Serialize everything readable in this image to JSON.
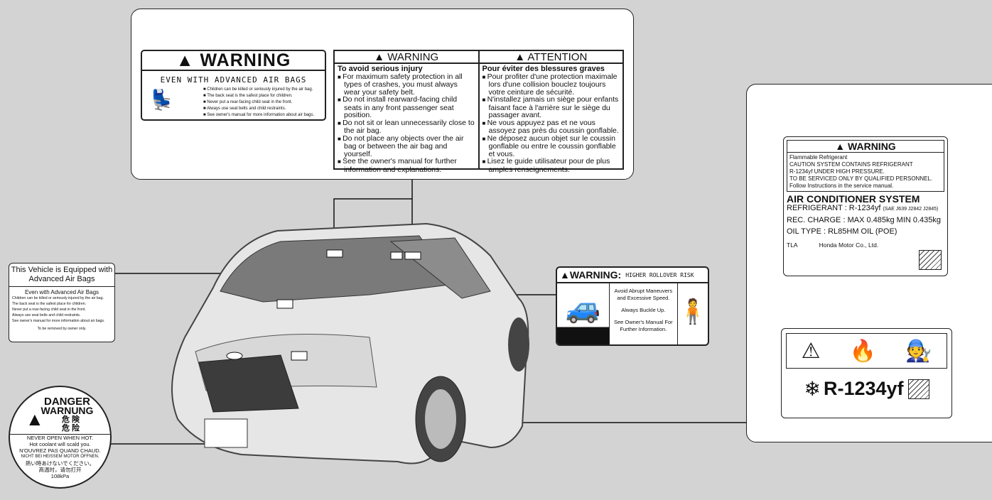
{
  "airbag_warning": {
    "title": "WARNING",
    "subtitle": "EVEN WITH ADVANCED AIR BAGS",
    "items": [
      "Children can be killed or seriously injured by the air bag.",
      "The back seat is the safest place for children.",
      "Never put a rear-facing child seat in the front.",
      "Always use seat belts and child restraints.",
      "See owner's manual for more information about air bags."
    ]
  },
  "bilingual": {
    "en": {
      "title": "WARNING",
      "subtitle": "To avoid serious injury",
      "items": [
        "For maximum safety protection in all types of crashes, you must always wear your safety belt.",
        "Do not install rearward-facing child seats in any front passenger seat position.",
        "Do not sit or lean unnecessarily close to the air bag.",
        "Do not place any objects over the air bag or between the air bag and yourself.",
        "See the owner's manual for further information and explanations."
      ]
    },
    "fr": {
      "title": "ATTENTION",
      "subtitle": "Pour éviter des blessures graves",
      "items": [
        "Pour profiter d'une protection maximale lors d'une collision bouclez toujours votre ceinture de sécurité.",
        "N'installez jamais un siège pour enfants faisant face à l'arrière sur le siège du passager avant.",
        "Ne vous appuyez pas et ne vous assoyez pas près du coussin gonflable.",
        "Ne déposez aucun objet sur le coussin gonflable ou entre le coussin gonflable et vous.",
        "Lisez le guide utilisateur pour de plus amples renseignements."
      ]
    }
  },
  "visor_label": {
    "title": "This Vehicle is Equipped with Advanced Air Bags",
    "subtitle": "Even with Advanced Air Bags",
    "items": [
      "Children can be killed or seriously injured by the air bag.",
      "The back seat is the safest place for children.",
      "Never put a rear-facing child seat in the front.",
      "Always use seat belts and child restraints.",
      "See owner's manual for more information about air bags."
    ],
    "footer": "To be removed by owner only."
  },
  "radiator_cap": {
    "line1": "DANGER",
    "line2": "WARNUNG",
    "cjk1": "危 険",
    "cjk2": "危 险",
    "texts": [
      "NEVER OPEN WHEN HOT.",
      "Hot coolant will scald you.",
      "N'OUVREZ PAS QUAND CHAUD.",
      "NICHT BEI HEISSEM MOTOR ÖFFNEN.",
      "熱い時あけないでください。",
      "高温时，请勿打开"
    ],
    "pressure": "108kPa"
  },
  "rollover": {
    "title": "WARNING:",
    "subtitle": "HIGHER ROLLOVER RISK",
    "lines": [
      "Avoid Abrupt Maneuvers and Excessive Speed.",
      "Always Buckle Up.",
      "See Owner's Manual For Further Information."
    ]
  },
  "ac_label": {
    "title": "WARNING",
    "warn_lines": [
      "Flammable Refrigerant",
      "CAUTION SYSTEM CONTAINS REFRIGERANT",
      "R-1234yf UNDER HIGH PRESSURE.",
      "TO BE SERVICED ONLY BY QUALIFIED PERSONNEL.",
      "Follow Instructions in the service manual."
    ],
    "system": "AIR CONDITIONER SYSTEM",
    "refrigerant": "REFRIGERANT : R-1234yf",
    "standards": "(SAE J639 J2842 J2845)",
    "charge": "REC. CHARGE : MAX 0.485kg MIN 0.435kg",
    "oil": "OIL TYPE : RL85HM OIL (POE)",
    "code": "TLA",
    "maker": "Honda Motor Co., Ltd."
  },
  "icon_label": {
    "refrigerant": "R-1234yf"
  }
}
